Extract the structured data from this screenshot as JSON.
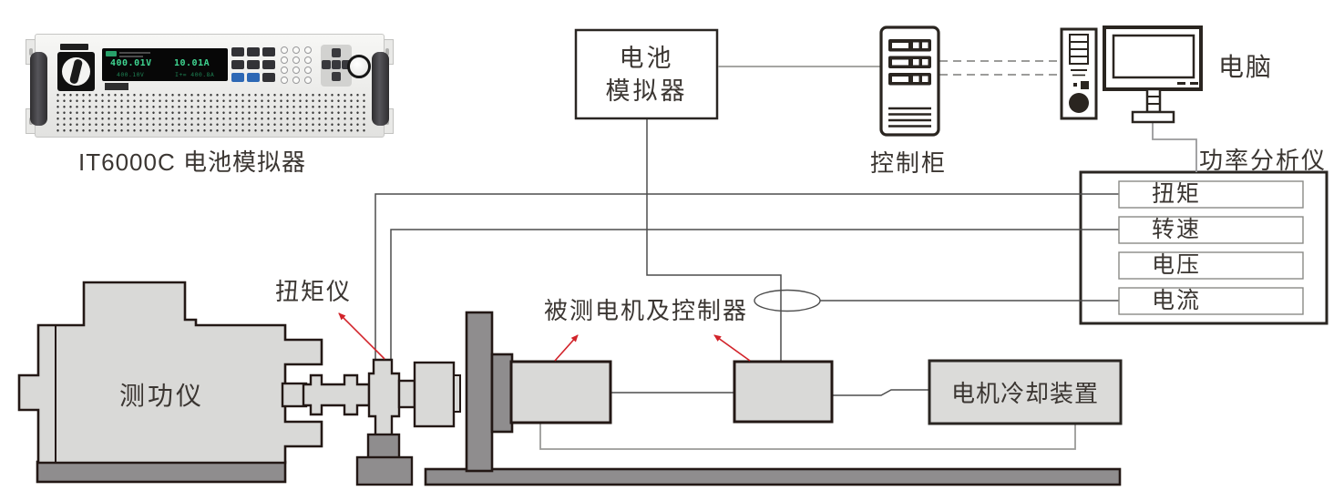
{
  "palette": {
    "accent_red": "#d2232a",
    "display_green": "#3fd591",
    "machine_light": "#d9d9d7",
    "machine_dark": "#8f8d8e",
    "outline": "#231815",
    "line_gray": "#4d4d4d"
  },
  "device": {
    "label": "IT6000C 电池模拟器",
    "display": {
      "voltage": "400.01V",
      "current": "10.01A",
      "voltage_secondary": "400.10V",
      "current_secondary": "I+= 400.8A"
    }
  },
  "battery_simulator_box": {
    "line1": "电池",
    "line2": "模拟器"
  },
  "control_cabinet": {
    "label": "控制柜"
  },
  "computer": {
    "label": "电脑"
  },
  "power_analyzer": {
    "label": "功率分析仪",
    "channels": [
      {
        "label": "扭矩"
      },
      {
        "label": "转速"
      },
      {
        "label": "电压"
      },
      {
        "label": "电流"
      }
    ]
  },
  "dynamometer": {
    "label": "测功仪"
  },
  "torque_meter": {
    "label": "扭矩仪"
  },
  "motor_under_test": {
    "label": "被测电机及控制器"
  },
  "cooling_device": {
    "label": "电机冷却装置"
  }
}
